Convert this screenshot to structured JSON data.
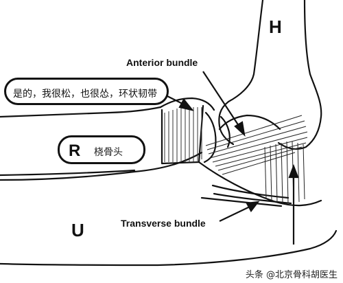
{
  "labels": {
    "humerus": "H",
    "anterior_bundle": "Anterior bundle",
    "radius": "R",
    "radius_cn": "桡骨头",
    "ulna": "U",
    "transverse_bundle": "Transverse bundle"
  },
  "callout": {
    "text": "是的，我很松，也很怂，环状韧带"
  },
  "watermark": "头条 @北京骨科胡医生"
}
